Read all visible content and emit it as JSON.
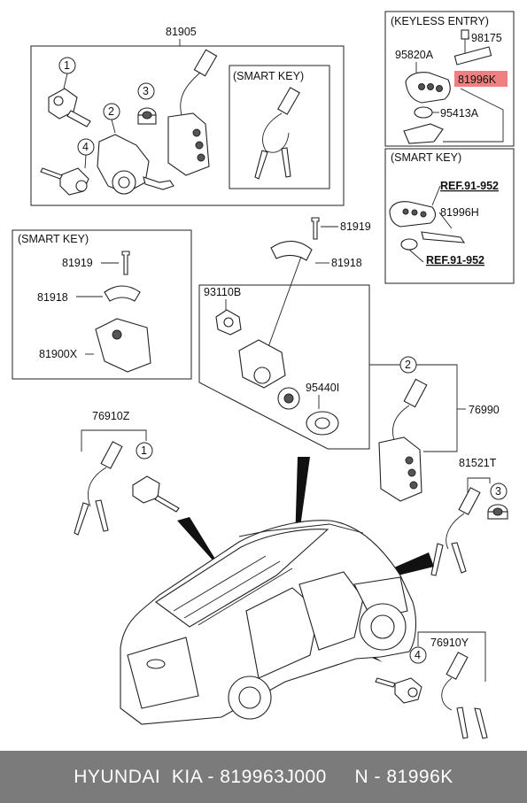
{
  "groups": {
    "keyless_entry": "(KEYLESS ENTRY)",
    "smart_key_top": "(SMART KEY)",
    "smart_key_right": "(SMART KEY)",
    "smart_key_left": "(SMART KEY)"
  },
  "part_numbers": {
    "p81905": "81905",
    "p98175": "98175",
    "p95820A": "95820A",
    "p81996K": "81996K",
    "p95413A": "95413A",
    "ref1": "REF.91-952",
    "p81996H": "81996H",
    "ref2": "REF.91-952",
    "p81919a": "81919",
    "p81918a": "81918",
    "p81900X": "81900X",
    "p81919b": "81919",
    "p81918b": "81918",
    "p93110B": "93110B",
    "p95440I": "95440I",
    "p76990": "76990",
    "p76910Z": "76910Z",
    "p81521T": "81521T",
    "p76910Y": "76910Y"
  },
  "callouts": {
    "c1a": "1",
    "c2a": "2",
    "c3a": "3",
    "c4a": "4",
    "c2b": "2",
    "c1b": "1",
    "c3b": "3",
    "c4b": "4"
  },
  "highlight_color": "#f08080",
  "footer": "HYUNDAI  KIA - 819963J000     N - 81996K"
}
